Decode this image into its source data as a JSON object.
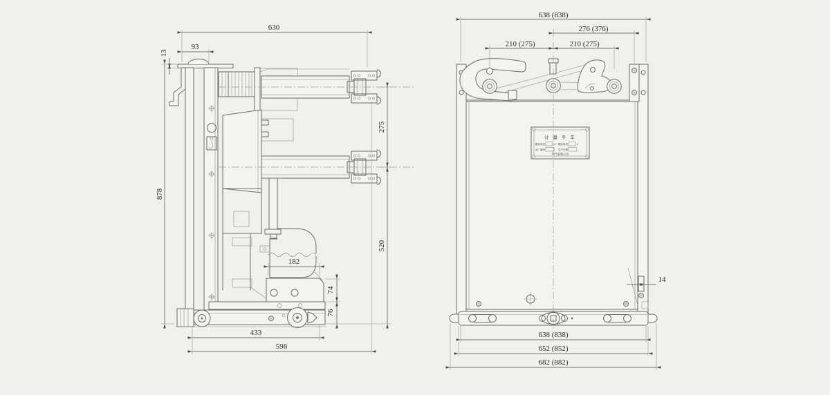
{
  "colors": {
    "background": "#f0f0ee",
    "line": "#6a6a6a",
    "dim_text": "#2b2b2b"
  },
  "side_view": {
    "dims": {
      "d630": "630",
      "d93": "93",
      "d13": "13",
      "d878": "878",
      "d275": "275",
      "d520": "520",
      "d182": "182",
      "d74": "74",
      "d76": "76",
      "d433": "433",
      "d598": "598"
    }
  },
  "front_view": {
    "dims": {
      "top_width": "638 (838)",
      "upper_right": "276 (376)",
      "pitch_left": "210 (275)",
      "pitch_right": "210 (275)",
      "plate": "14",
      "base_inner": "638 (838)",
      "base_rail": "652 (852)",
      "base_overall": "682 (882)"
    },
    "nameplate": {
      "title": "计 量 手 车",
      "row1_left": "额定电压",
      "row1_left_unit": "kV",
      "row1_right": "额定电流",
      "row1_right_unit": "A",
      "row2_left": "出厂编号",
      "row2_right": "生产日期",
      "footer": "电气有限公司"
    }
  }
}
